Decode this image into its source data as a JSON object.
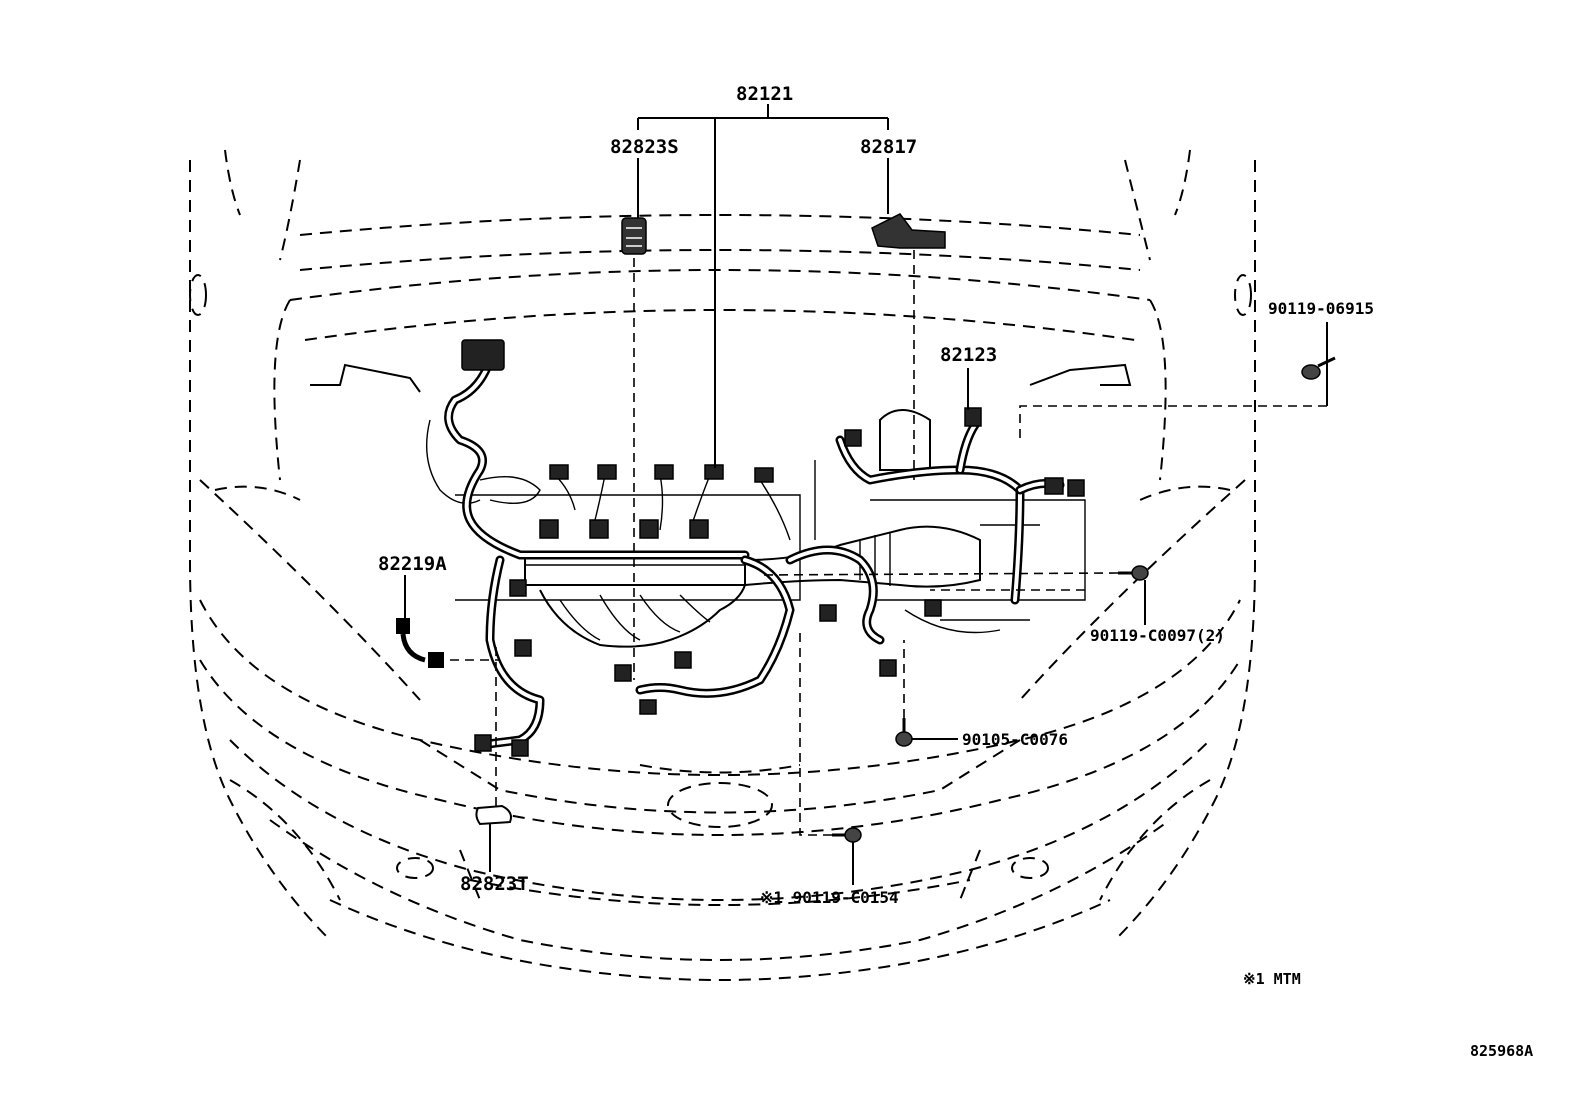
{
  "diagram": {
    "part_labels": {
      "p82121": "82121",
      "p82823s": "82823S",
      "p82817": "82817",
      "p82123": "82123",
      "p90119_06915": "90119-06915",
      "p82219a": "82219A",
      "p90119_c0097": "90119-C0097(2)",
      "p90105_c0076": "90105-C0076",
      "p82823t": "82823T",
      "p90119_c0154": "※1 90119-C0154"
    },
    "note": "※1 MTM",
    "drawing_number": "825968A"
  }
}
